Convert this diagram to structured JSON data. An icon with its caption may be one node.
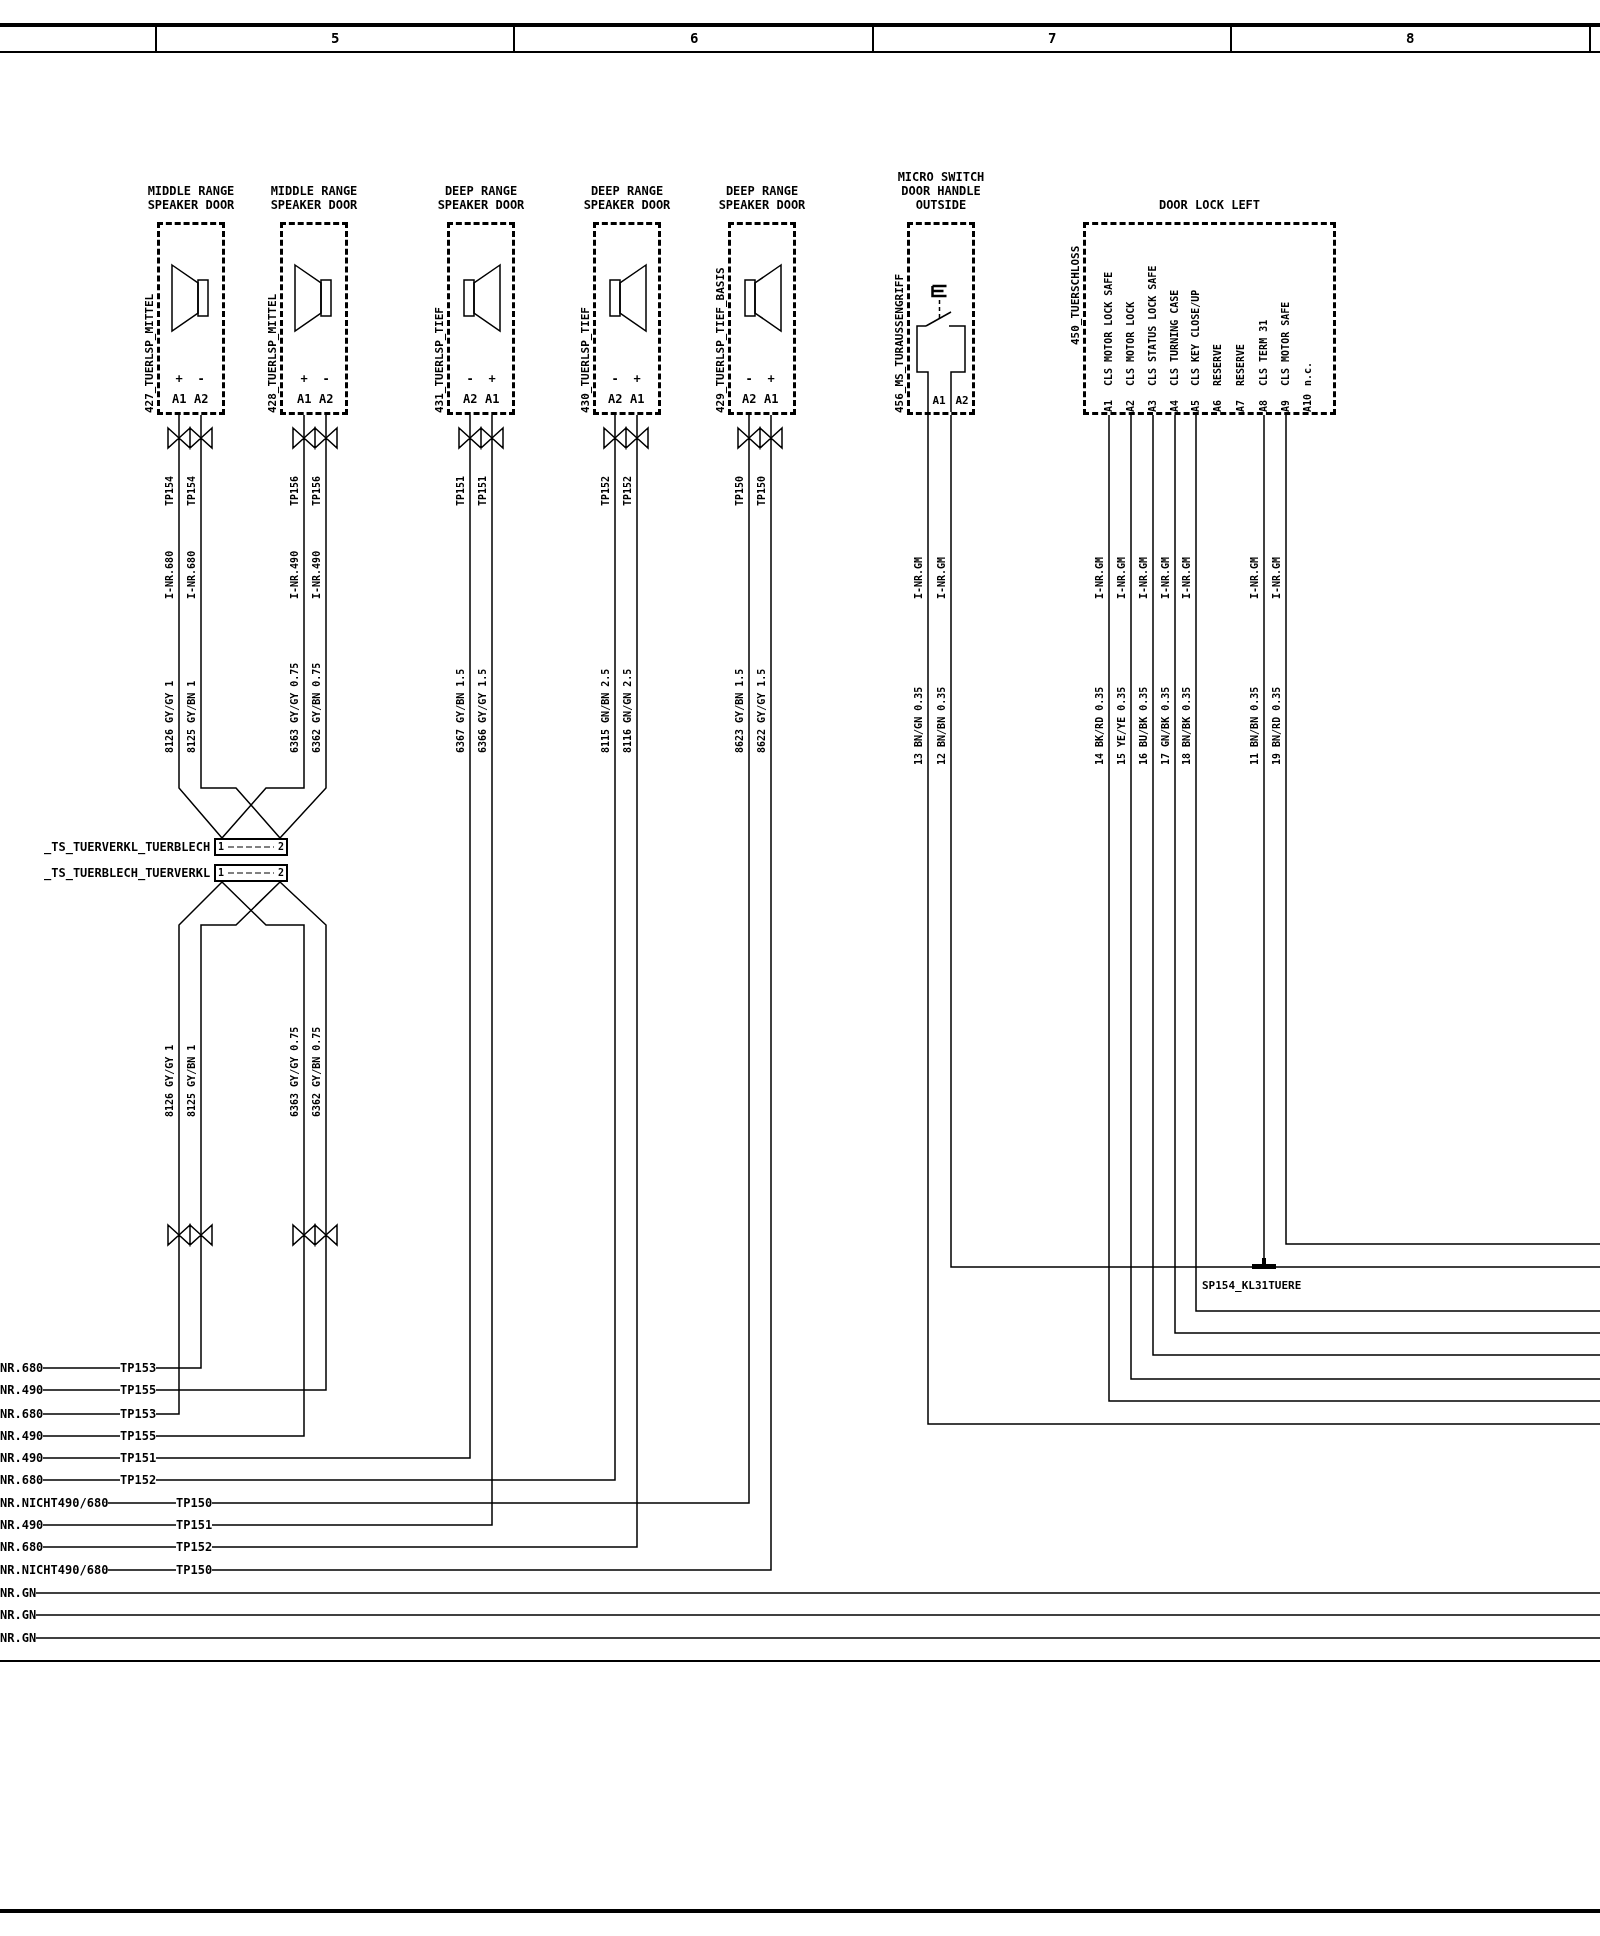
{
  "diagram": {
    "nodes": [
      {
        "text": [
          "MIDDLE RANGE SPEAKER DOOR",
          "427_TUERLSP_MITTEL",
          "+",
          "-",
          "A1",
          "A2"
        ]
      },
      {
        "text": [
          "MIDDLE RANGE SPEAKER DOOR",
          "428_TUERLSP_MITTEL",
          "+",
          "-",
          "A1",
          "A2"
        ]
      },
      {
        "text": [
          "DEEP RANGE SPEAKER DOOR",
          "431_TUERLSP_TIEF",
          "-",
          "+",
          "A2",
          "A1"
        ]
      },
      {
        "text": [
          "DEEP RANGE SPEAKER DOOR",
          "430_TUERLSP_TIEF",
          "-",
          "+",
          "A2",
          "A1"
        ]
      },
      {
        "text": [
          "DEEP RANGE SPEAKER DOOR",
          "429_TUERLSP_TIEF_BASIS",
          "-",
          "+",
          "A2",
          "A1"
        ]
      },
      {
        "text": [
          "MICRO SWITCH DOOR HANDLE OUTSIDE",
          "456_MS_TURAUSSENGRIFF",
          "A1",
          "A2"
        ]
      },
      {
        "text": [
          "DOOR LOCK LEFT",
          "450_TUERSCHLOSS",
          "CLS MOTOR LOCK SAFE",
          "CLS MOTOR LOCK",
          "CLS STATUS LOCK SAFE",
          "CLS TURNING CASE",
          "CLS KEY CLOSE/UP",
          "RESERVE",
          "RESERVE",
          "CLS TERM 31",
          "CLS MOTOR SAFE",
          "n.c.",
          "A1",
          "A2",
          "A3",
          "A4",
          "A5",
          "A6",
          "A7",
          "A8",
          "A9",
          "A10"
        ]
      },
      {
        "text": [
          "_TS_TUERVERKL_TUERBLECH",
          "1",
          "2"
        ]
      },
      {
        "text": [
          "_TS_TUERBLECH_TUERVERKL",
          "1",
          "2"
        ]
      },
      {
        "text": [
          "SP154_KL31TUERE"
        ]
      },
      {
        "text": [
          "NR.680",
          "TP153"
        ]
      },
      {
        "text": [
          "NR.490",
          "TP155"
        ]
      },
      {
        "text": [
          "NR.680",
          "TP153"
        ]
      },
      {
        "text": [
          "NR.490",
          "TP155"
        ]
      },
      {
        "text": [
          "NR.490",
          "TP151"
        ]
      },
      {
        "text": [
          "NR.680",
          "TP152"
        ]
      },
      {
        "text": [
          "NR.NICHT490/680",
          "TP150"
        ]
      },
      {
        "text": [
          "NR.490",
          "TP151"
        ]
      },
      {
        "text": [
          "NR.680",
          "TP152"
        ]
      },
      {
        "text": [
          "NR.NICHT490/680",
          "TP150"
        ]
      },
      {
        "text": [
          "NR.GN"
        ]
      },
      {
        "text": [
          "NR.GN"
        ]
      },
      {
        "text": [
          "NR.GN"
        ]
      }
    ],
    "edges": [
      {
        "from": 0,
        "to": 7,
        "arrow": "none"
      },
      {
        "from": 0,
        "to": 7,
        "arrow": "none"
      },
      {
        "from": 1,
        "to": 7,
        "arrow": "none"
      },
      {
        "from": 1,
        "to": 7,
        "arrow": "none"
      },
      {
        "from": 8,
        "to": 12,
        "arrow": "none"
      },
      {
        "from": 8,
        "to": 10,
        "arrow": "none"
      },
      {
        "from": 8,
        "to": 13,
        "arrow": "none"
      },
      {
        "from": 8,
        "to": 11,
        "arrow": "none"
      },
      {
        "from": 2,
        "to": 14,
        "arrow": "none"
      },
      {
        "from": 2,
        "to": 17,
        "arrow": "none"
      },
      {
        "from": 3,
        "to": 15,
        "arrow": "none"
      },
      {
        "from": 3,
        "to": 18,
        "arrow": "none"
      },
      {
        "from": 4,
        "to": 16,
        "arrow": "none"
      },
      {
        "from": 4,
        "to": 19,
        "arrow": "none"
      },
      {
        "from": 5,
        "to": null,
        "arrow": "none"
      },
      {
        "from": 5,
        "to": 9,
        "arrow": "none"
      },
      {
        "from": 9,
        "to": null,
        "arrow": "none"
      },
      {
        "from": 6,
        "to": 9,
        "arrow": "none"
      },
      {
        "from": 6,
        "to": null,
        "arrow": "none"
      },
      {
        "from": 6,
        "to": null,
        "arrow": "none"
      },
      {
        "from": 6,
        "to": null,
        "arrow": "none"
      },
      {
        "from": 6,
        "to": null,
        "arrow": "none"
      },
      {
        "from": 6,
        "to": null,
        "arrow": "none"
      },
      {
        "from": 6,
        "to": null,
        "arrow": "none"
      },
      {
        "from": 20,
        "to": null,
        "arrow": "none"
      },
      {
        "from": 21,
        "to": null,
        "arrow": "none"
      },
      {
        "from": 22,
        "to": null,
        "arrow": "none"
      }
    ],
    "labels": [
      "5",
      "6",
      "7",
      "8",
      "TP154",
      "I-NR.680",
      "8126 GY/GY 1",
      "TP154",
      "I-NR.680",
      "8125 GY/BN 1",
      "TP156",
      "I-NR.490",
      "6363 GY/GY 0.75",
      "TP156",
      "I-NR.490",
      "6362 GY/BN 0.75",
      "TP151",
      "6367 GY/BN 1.5",
      "TP151",
      "6366 GY/GY 1.5",
      "TP152",
      "8115 GN/BN 2.5",
      "TP152",
      "8116 GN/GN 2.5",
      "TP150",
      "8623 GY/BN 1.5",
      "TP150",
      "8622 GY/GY 1.5",
      "I-NR.GM",
      "13 BN/GN 0.35",
      "I-NR.GM",
      "12 BN/BN 0.35",
      "I-NR.GM",
      "14 BK/RD 0.35",
      "I-NR.GM",
      "15 YE/YE 0.35",
      "I-NR.GM",
      "16 BU/BK 0.35",
      "I-NR.GM",
      "17 GN/BK 0.35",
      "I-NR.GM",
      "18 BN/BK 0.35",
      "I-NR.GM",
      "11 BN/BN 0.35",
      "I-NR.GM",
      "19 BN/RD 0.35",
      "8126 GY/GY 1",
      "8125 GY/BN 1",
      "6363 GY/GY 0.75",
      "6362 GY/BN 0.75"
    ]
  }
}
